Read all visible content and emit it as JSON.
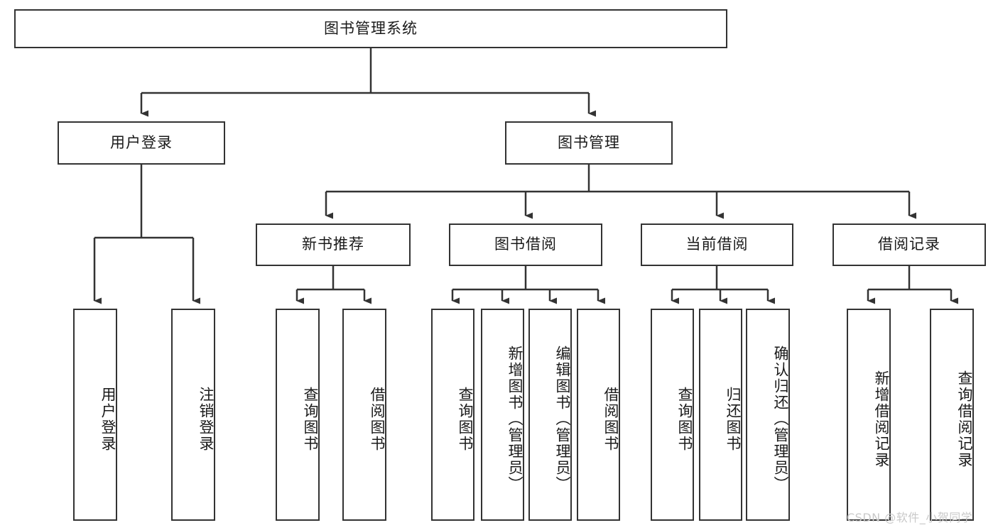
{
  "diagram": {
    "type": "tree-hierarchy",
    "title": "图书管理系统",
    "root": {
      "label": "图书管理系统",
      "orientation": "horizontal"
    },
    "level1": [
      {
        "label": "用户登录",
        "orientation": "horizontal"
      },
      {
        "label": "图书管理",
        "orientation": "horizontal"
      }
    ],
    "level2": [
      {
        "label": "新书推荐",
        "orientation": "horizontal"
      },
      {
        "label": "图书借阅",
        "orientation": "horizontal"
      },
      {
        "label": "当前借阅",
        "orientation": "horizontal"
      },
      {
        "label": "借阅记录",
        "orientation": "horizontal"
      }
    ],
    "leaves": {
      "user_login": [
        {
          "label": "用户登录",
          "orientation": "vertical"
        },
        {
          "label": "注销登录",
          "orientation": "vertical"
        }
      ],
      "new_book_recommend": [
        {
          "label": "查询图书",
          "orientation": "vertical"
        },
        {
          "label": "借阅图书",
          "orientation": "vertical"
        }
      ],
      "book_borrow": [
        {
          "label": "查询图书",
          "orientation": "vertical"
        },
        {
          "label": "新增图书（管理员）",
          "orientation": "vertical"
        },
        {
          "label": "编辑图书（管理员）",
          "orientation": "vertical"
        },
        {
          "label": "借阅图书",
          "orientation": "vertical"
        }
      ],
      "current_borrow": [
        {
          "label": "查询图书",
          "orientation": "vertical"
        },
        {
          "label": "归还图书",
          "orientation": "vertical"
        },
        {
          "label": "确认归还（管理员）",
          "orientation": "vertical"
        }
      ],
      "borrow_record": [
        {
          "label": "新增借阅记录",
          "orientation": "vertical"
        },
        {
          "label": "查询借阅记录",
          "orientation": "vertical"
        }
      ]
    },
    "colors": {
      "border": "#333333",
      "text": "#1a1a1a",
      "background": "#ffffff",
      "edge": "#333333",
      "watermark": "#c9c9c9"
    }
  },
  "watermark": {
    "text": "CSDN @软件_小贺同学"
  }
}
